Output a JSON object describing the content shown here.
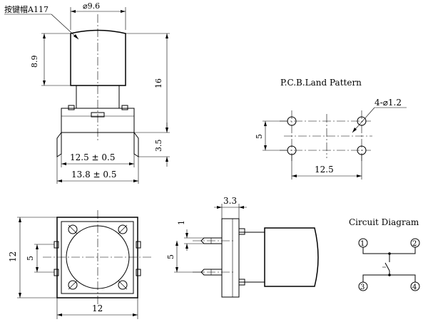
{
  "labels": {
    "keycap_part": "按键帽A117",
    "dia_9_6": "⌀9.6",
    "dim_8_9": "8.9",
    "dim_16": "16",
    "dim_3_5": "3.5",
    "dim_12_5_tol": "12.5 ± 0.5",
    "dim_13_8_tol": "13.8 ± 0.5",
    "pcb_title": "P.C.B.Land Pattern",
    "holes_4_dia": "4-⌀1.2",
    "pcb_5": "5",
    "pcb_12_5": "12.5",
    "bottom_12_v": "12",
    "bottom_5_v": "5",
    "bottom_12_h": "12",
    "side_3_3": "3.3",
    "side_1": "1",
    "side_5": "5",
    "circuit_title": "Circuit Diagram",
    "pin1": "1",
    "pin2": "2",
    "pin3": "3",
    "pin4": "4"
  }
}
